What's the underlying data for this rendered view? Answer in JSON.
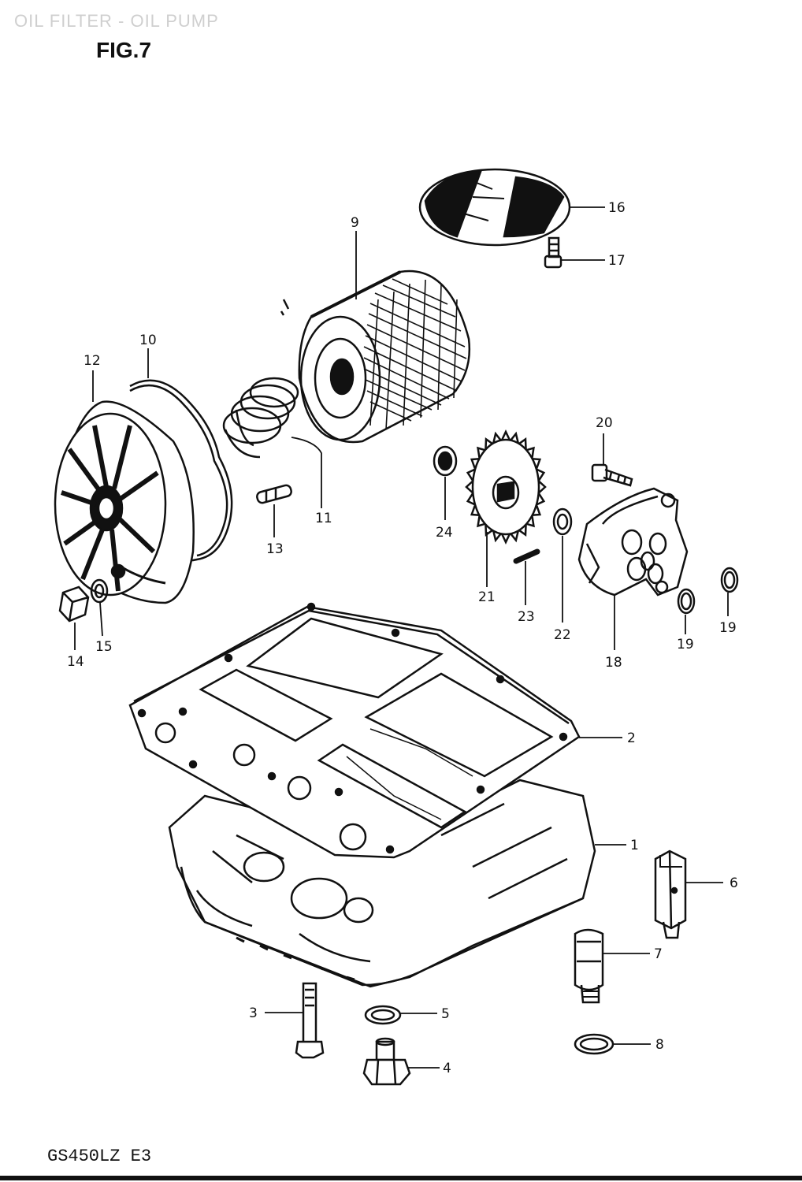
{
  "header": {
    "faded_title": "OIL FILTER - OIL PUMP",
    "figure_label": "FIG.7"
  },
  "footer": {
    "model_code": "GS450LZ E3"
  },
  "callouts": {
    "c1": "1",
    "c2": "2",
    "c3": "3",
    "c4": "4",
    "c5": "5",
    "c6": "6",
    "c7": "7",
    "c8": "8",
    "c9": "9",
    "c10": "10",
    "c11": "11",
    "c12": "12",
    "c13": "13",
    "c14": "14",
    "c15": "15",
    "c16": "16",
    "c17": "17",
    "c18": "18",
    "c19a": "19",
    "c19b": "19",
    "c20": "20",
    "c21": "21",
    "c22": "22",
    "c23": "23",
    "c24": "24"
  }
}
